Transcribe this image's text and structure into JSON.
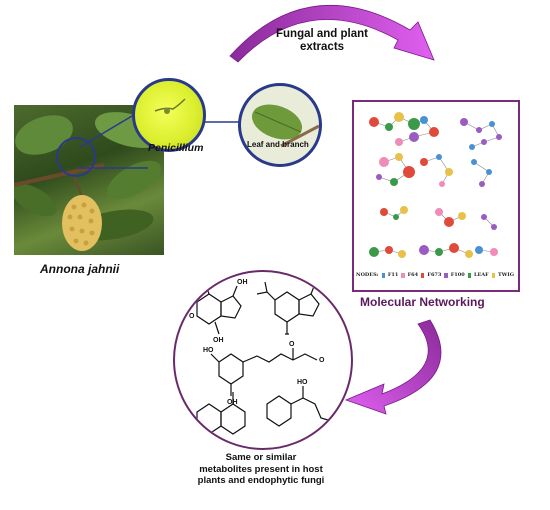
{
  "labels": {
    "extracts_line1": "Fungal and plant",
    "extracts_line2": "extracts",
    "penicillium": "Penicillium",
    "leaf_branch": "Leaf and branch",
    "species": "Annona jahnii",
    "networking": "Molecular Networking",
    "metabolites_line1": "Same or similar",
    "metabolites_line2": "metabolites present in host",
    "metabolites_line3": "plants and endophytic fungi"
  },
  "legend": {
    "title": "NODES:",
    "items": [
      {
        "label": "F11",
        "color": "#4a90d6"
      },
      {
        "label": "F64",
        "color": "#f08cb8"
      },
      {
        "label": "F673",
        "color": "#e04a3a"
      },
      {
        "label": "F100",
        "color": "#9a5cc0"
      },
      {
        "label": "LEAF",
        "color": "#3a9a4a"
      },
      {
        "label": "TWIG",
        "color": "#e8c04a"
      }
    ]
  },
  "colors": {
    "arrow": "#c04ad0",
    "box_border": "#7a2a7a",
    "zoom_border": "#2a3a8a"
  },
  "chem_labels": {
    "oh1": "OH",
    "oh2": "OH",
    "o1": "O",
    "oh3": "OH",
    "ho1": "HO",
    "o2": "O",
    "o3": "O",
    "oh4": "OH",
    "ho2": "HO",
    "ho3": "HO"
  }
}
